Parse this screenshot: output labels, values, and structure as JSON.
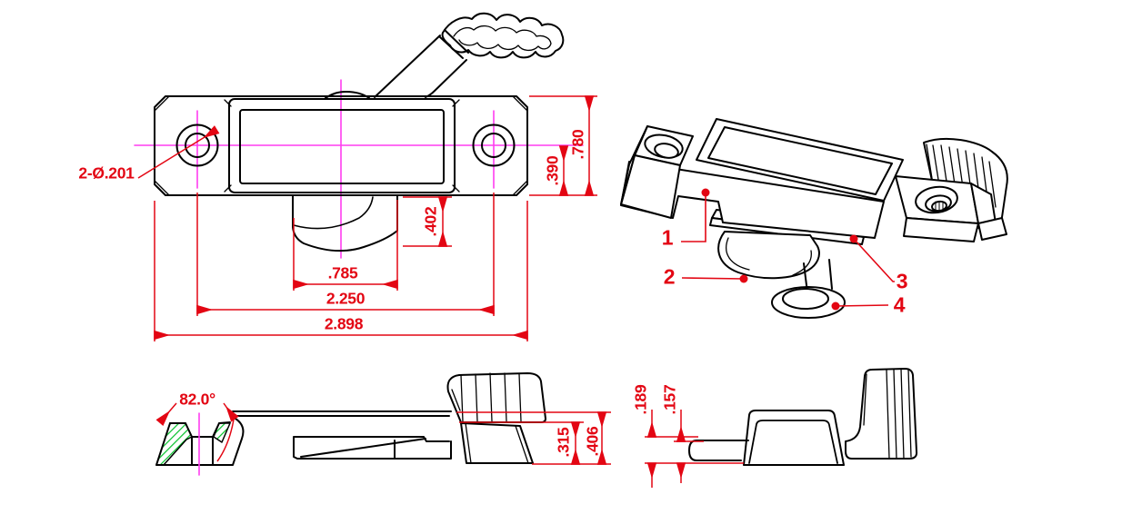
{
  "drawing": {
    "front_view": {
      "hole_callout": "2-Ø.201",
      "dim_body_height": ".780",
      "dim_hole_height": ".390",
      "dim_cam_drop": ".402",
      "dim_cam_width": ".785",
      "dim_hole_spacing": "2.250",
      "dim_overall_width": "2.898"
    },
    "isometric_view": {
      "callouts": [
        "1",
        "2",
        "3",
        "4"
      ]
    },
    "section_view": {
      "dim_countersink_angle": "82.0°",
      "dim_cam_height": ".315",
      "dim_base_height": ".406"
    },
    "side_view": {
      "dim_step_height": ".189",
      "dim_plate_thickness": ".157"
    },
    "colors": {
      "dimension_red": "#e30613",
      "centerline_magenta": "#ff3df0",
      "hatch_green": "#00c026",
      "line_black": "#000000"
    }
  }
}
